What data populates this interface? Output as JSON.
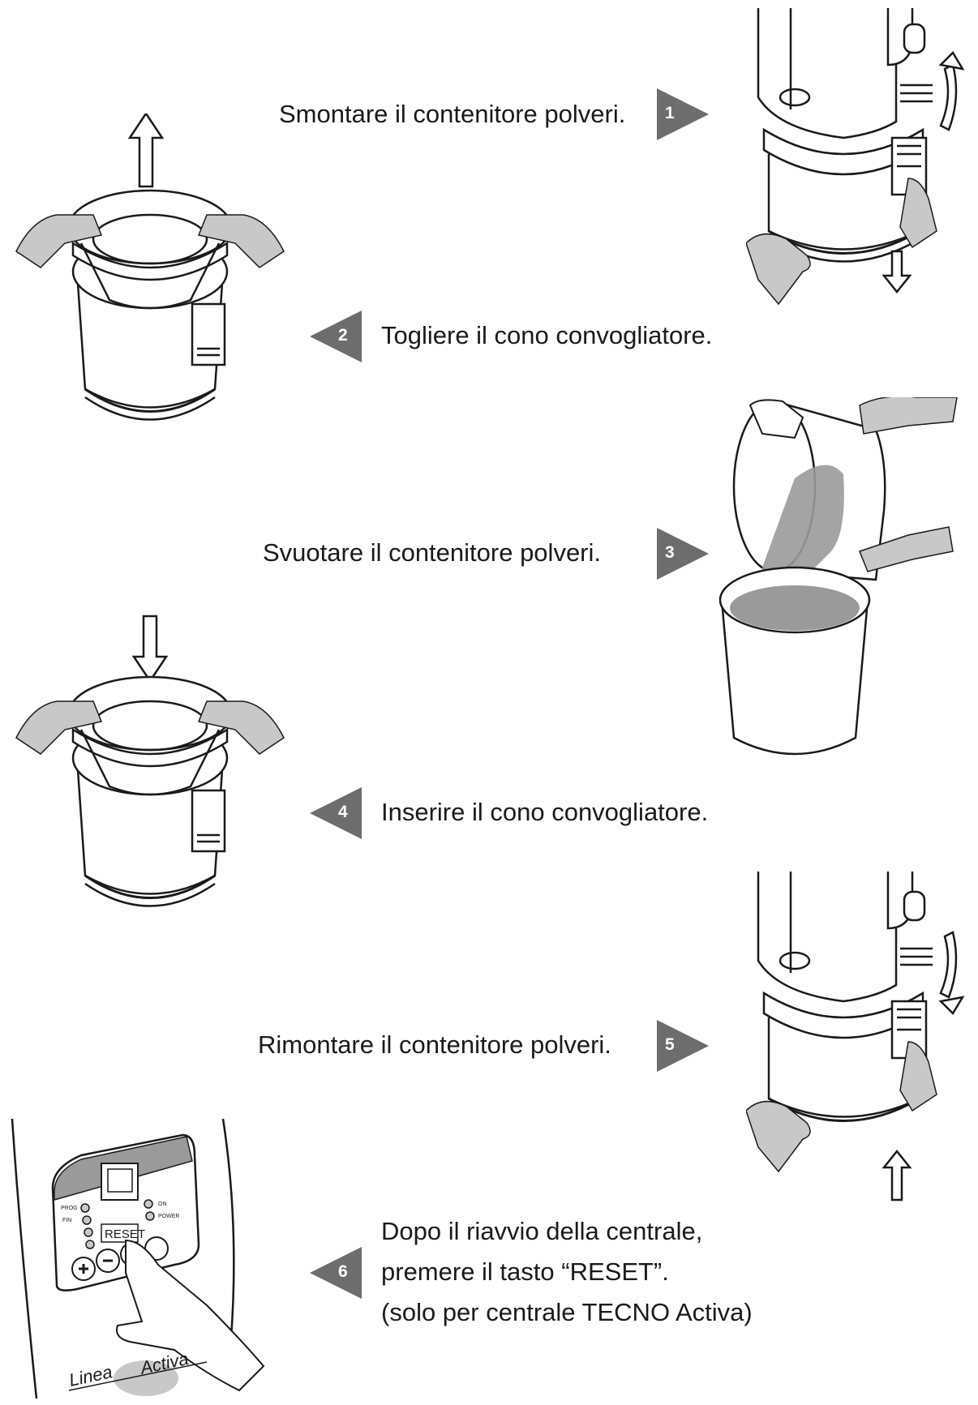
{
  "steps": [
    {
      "number": "1",
      "text": "Smontare il contenitore polveri."
    },
    {
      "number": "2",
      "text": "Togliere il cono convogliatore."
    },
    {
      "number": "3",
      "text": "Svuotare il contenitore polveri."
    },
    {
      "number": "4",
      "text": "Inserire il cono convogliatore."
    },
    {
      "number": "5",
      "text": "Rimontare il contenitore polveri."
    },
    {
      "number": "6",
      "lines": [
        "Dopo il riavvio della centrale,",
        "premere il tasto “RESET”.",
        "(solo per  centrale TECNO Activa)"
      ]
    }
  ],
  "panel": {
    "left_labels": [
      "PROG",
      "FIN"
    ],
    "right_labels": [
      "ON",
      "POWER"
    ],
    "reset_label": "RESET",
    "brand_line": "Linea",
    "brand_name": "Activa"
  },
  "colors": {
    "badge": "#6d6d6d",
    "hand": "#c8c8c8",
    "dust": "#9a9a9a",
    "line": "#1a1a1a"
  }
}
